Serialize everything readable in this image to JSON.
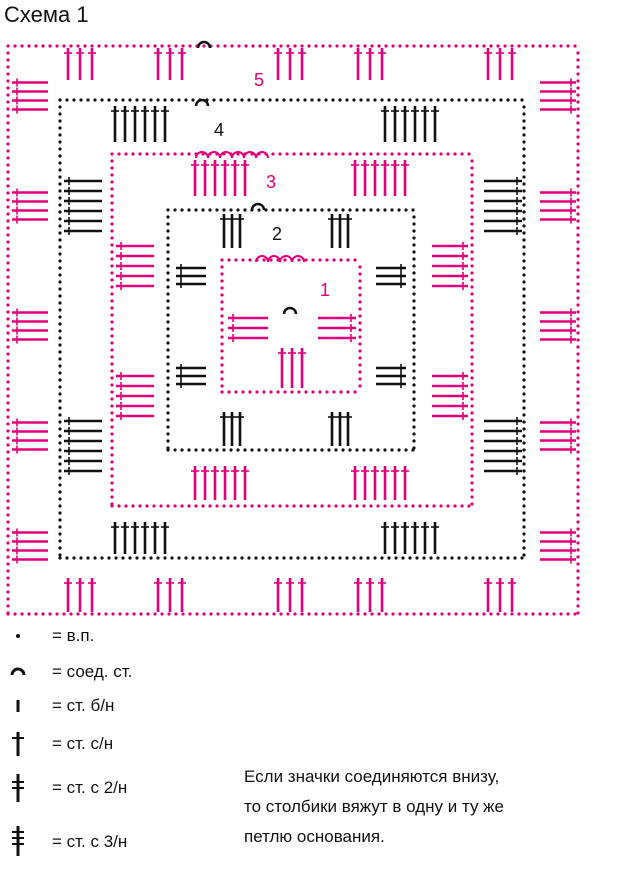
{
  "title": "Схема 1",
  "colors": {
    "pink": "#e0007a",
    "black": "#111111"
  },
  "round_labels": [
    "1",
    "2",
    "3",
    "4",
    "5"
  ],
  "legend": [
    {
      "icon": "chain-dot-icon",
      "text": "= в.п."
    },
    {
      "icon": "slip-stitch-arc-icon",
      "text": "= соед. ст."
    },
    {
      "icon": "single-crochet-icon",
      "text": "= ст. б/н"
    },
    {
      "icon": "double-crochet-icon",
      "text": "= ст. с/н"
    },
    {
      "icon": "treble-crochet-icon",
      "text": "= ст. с 2/н"
    },
    {
      "icon": "double-treble-crochet-icon",
      "text": "= ст. с 3/н"
    }
  ],
  "note": [
    "Если значки соединяются внизу,",
    "то столбики вяжут в одну и ту же",
    "петлю основания."
  ]
}
